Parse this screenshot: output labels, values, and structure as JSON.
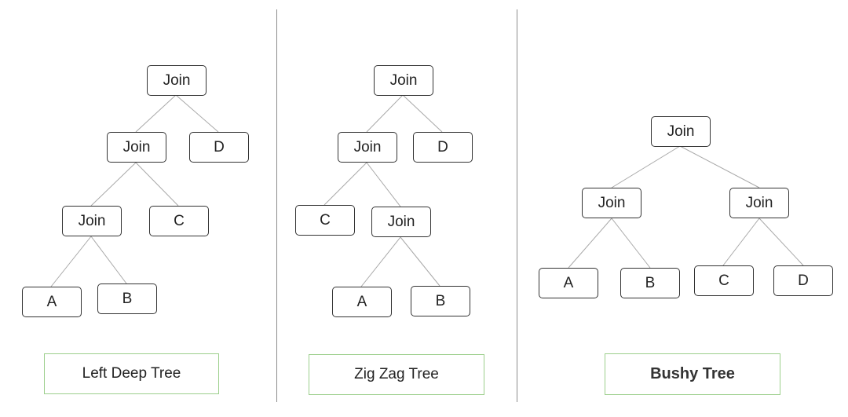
{
  "panels": [
    {
      "caption": "Left Deep Tree",
      "nodes": {
        "root": "Join",
        "n1": "Join",
        "d": "D",
        "n2": "Join",
        "c": "C",
        "a": "A",
        "b": "B"
      }
    },
    {
      "caption": "Zig Zag Tree",
      "nodes": {
        "root": "Join",
        "n1": "Join",
        "d": "D",
        "c": "C",
        "n2": "Join",
        "a": "A",
        "b": "B"
      }
    },
    {
      "caption": "Bushy Tree",
      "nodes": {
        "root": "Join",
        "left": "Join",
        "right": "Join",
        "a": "A",
        "b": "B",
        "c": "C",
        "d": "D"
      }
    }
  ]
}
